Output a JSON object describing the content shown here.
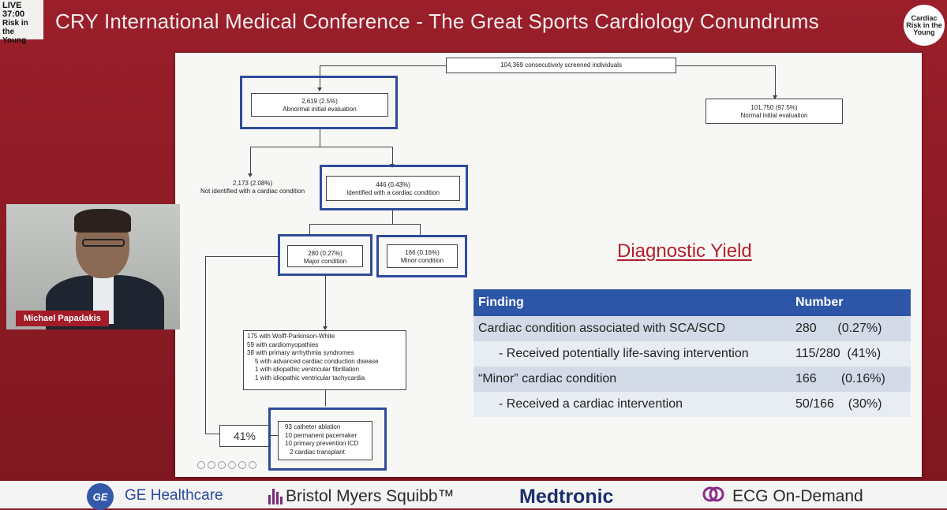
{
  "stream": {
    "live_label": "LIVE 37:00",
    "channel_label": [
      "Risk in the",
      "Young"
    ],
    "header_title": "CRY International Medical Conference - The Great Sports Cardiology Conundrums",
    "logo_text": [
      "Cardiac",
      "Risk in the",
      "Young"
    ]
  },
  "speaker": {
    "name": "Michael Papadakis"
  },
  "flowchart": {
    "top": "104,369 consecutively screened individuals",
    "abnormal": {
      "count": "2,619 (2.5%)",
      "label": "Abnormal initial evaluation"
    },
    "normal": {
      "count": "101,750 (97.5%)",
      "label": "Normal initial evaluation"
    },
    "not_identified": {
      "count": "2,173 (2.08%)",
      "label": "Not identified with a cardiac condition"
    },
    "identified": {
      "count": "446 (0.43%)",
      "label": "Identified with a cardiac condition"
    },
    "major": {
      "count": "280 (0.27%)",
      "label": "Major condition"
    },
    "minor": {
      "count": "166 (0.16%)",
      "label": "Minor condition"
    },
    "major_list": [
      "175 with Wolff-Parkinson-White",
      "59 with cardiomyopathies",
      "38 with primary arrhythmia syndromes",
      "5 with advanced cardiac conduction disease",
      "1 with idiopathic ventricular fibrillation",
      "1 with idiopathic ventricular tachycardia"
    ],
    "interventions_pct": "41%",
    "interventions": [
      "93 catheter ablation",
      "10 permanent pacemaker",
      "10 primary prevention ICD",
      "2 cardiac transplant"
    ]
  },
  "diagnostic_yield": {
    "title": "Diagnostic Yield",
    "headers": [
      "Finding",
      "Number"
    ],
    "rows": [
      {
        "finding": "Cardiac condition associated with SCA/SCD",
        "number": "280      (0.27%)"
      },
      {
        "finding": "- Received potentially life-saving intervention",
        "number": "115/280  (41%)"
      },
      {
        "finding": "“Minor” cardiac condition",
        "number": "166       (0.16%)"
      },
      {
        "finding": "- Received a cardiac intervention",
        "number": "50/166    (30%)"
      }
    ]
  },
  "sponsors": {
    "ge_mark": "GE",
    "ge": "GE Healthcare",
    "bms": "Bristol Myers Squibb™",
    "medtronic": "Medtronic",
    "ecg": "ECG On-Demand"
  },
  "colors": {
    "frame": "#8a1a24",
    "highlight": "#2f4b9a",
    "table_header": "#2e56a8",
    "accent_red": "#b0202a"
  }
}
